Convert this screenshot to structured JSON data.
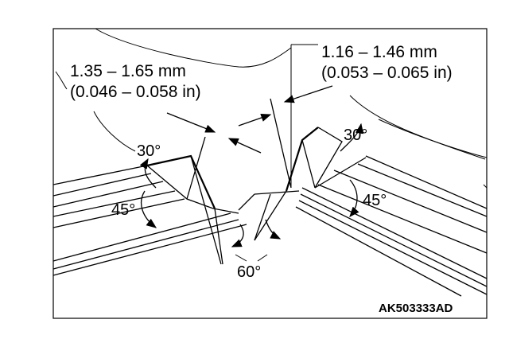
{
  "diagram": {
    "dimension_left": {
      "line1": "1.35 – 1.65 mm",
      "line2": "(0.046 – 0.058 in)"
    },
    "dimension_right": {
      "line1": "1.16 – 1.46 mm",
      "line2": "(0.053 – 0.065 in)"
    },
    "angles": {
      "left_upper": "30°",
      "left_lower": "45°",
      "right_upper": "30°",
      "right_lower": "45°",
      "bottom": "60°"
    },
    "figure_code": "AK503333AD"
  }
}
